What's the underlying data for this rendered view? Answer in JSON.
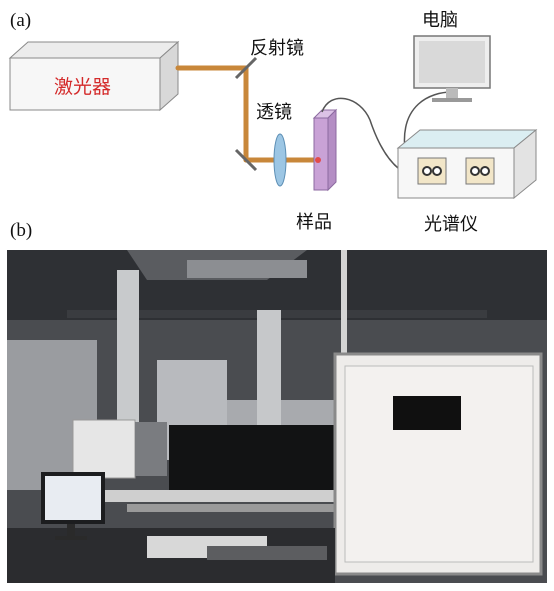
{
  "panel_a": {
    "label": "(a)",
    "components": {
      "laser": "激光器",
      "mirror": "反射镜",
      "lens": "透镜",
      "sample": "样品",
      "computer": "电脑",
      "spectrometer": "光谱仪"
    }
  },
  "panel_b": {
    "label": "(b)",
    "photo": "laboratory photograph of the experimental setup"
  },
  "colors": {
    "beam": "#c8873a",
    "laser_text": "#d42a2a",
    "box_face": "#f7f7f7",
    "box_edge": "#8a8a8a",
    "lens": "#9cc6e4",
    "sample": "#c9a2d6",
    "spectro_top": "#dbeef2",
    "monitor_screen": "#d9d9d9"
  }
}
